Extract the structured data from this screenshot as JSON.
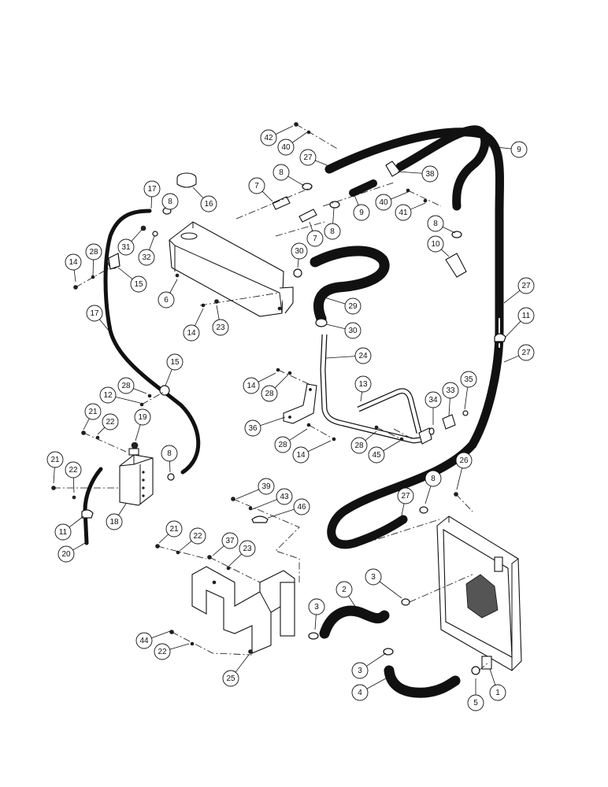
{
  "callouts": [
    {
      "label": "42"
    },
    {
      "label": "40"
    },
    {
      "label": "27"
    },
    {
      "label": "9"
    },
    {
      "label": "38"
    },
    {
      "label": "8"
    },
    {
      "label": "7"
    },
    {
      "label": "9"
    },
    {
      "label": "40"
    },
    {
      "label": "41"
    },
    {
      "label": "17"
    },
    {
      "label": "8"
    },
    {
      "label": "16"
    },
    {
      "label": "7"
    },
    {
      "label": "8"
    },
    {
      "label": "8"
    },
    {
      "label": "10"
    },
    {
      "label": "14"
    },
    {
      "label": "28"
    },
    {
      "label": "31"
    },
    {
      "label": "32"
    },
    {
      "label": "15"
    },
    {
      "label": "30"
    },
    {
      "label": "6"
    },
    {
      "label": "29"
    },
    {
      "label": "27"
    },
    {
      "label": "11"
    },
    {
      "label": "17"
    },
    {
      "label": "14"
    },
    {
      "label": "23"
    },
    {
      "label": "30"
    },
    {
      "label": "27"
    },
    {
      "label": "24"
    },
    {
      "label": "15"
    },
    {
      "label": "28"
    },
    {
      "label": "12"
    },
    {
      "label": "14"
    },
    {
      "label": "28"
    },
    {
      "label": "13"
    },
    {
      "label": "35"
    },
    {
      "label": "34"
    },
    {
      "label": "33"
    },
    {
      "label": "21"
    },
    {
      "label": "22"
    },
    {
      "label": "19"
    },
    {
      "label": "36"
    },
    {
      "label": "28"
    },
    {
      "label": "14"
    },
    {
      "label": "28"
    },
    {
      "label": "45"
    },
    {
      "label": "21"
    },
    {
      "label": "22"
    },
    {
      "label": "8"
    },
    {
      "label": "26"
    },
    {
      "label": "8"
    },
    {
      "label": "39"
    },
    {
      "label": "43"
    },
    {
      "label": "46"
    },
    {
      "label": "27"
    },
    {
      "label": "11"
    },
    {
      "label": "18"
    },
    {
      "label": "21"
    },
    {
      "label": "22"
    },
    {
      "label": "37"
    },
    {
      "label": "23"
    },
    {
      "label": "20"
    },
    {
      "label": "3"
    },
    {
      "label": "2"
    },
    {
      "label": "3"
    },
    {
      "label": "44"
    },
    {
      "label": "22"
    },
    {
      "label": "25"
    },
    {
      "label": "3"
    },
    {
      "label": "4"
    },
    {
      "label": "5"
    },
    {
      "label": "1"
    }
  ]
}
